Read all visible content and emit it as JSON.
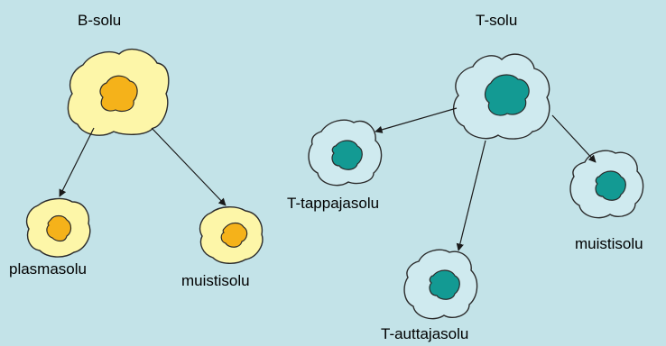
{
  "diagram": {
    "b_cell_title": "B-solu",
    "t_cell_title": "T-solu",
    "b_children": {
      "plasma": "plasmasolu",
      "memory": "muistisolu"
    },
    "t_children": {
      "killer": "T-tappajasolu",
      "helper": "T-auttajasolu",
      "memory": "muistisolu"
    },
    "colors": {
      "background": "#c3e3e8",
      "b_cell_cytoplasm": "#fdf6a8",
      "b_cell_nucleus": "#f5b21a",
      "t_cell_cytoplasm": "#cfeaef",
      "t_cell_nucleus": "#139a93",
      "outline": "#2b2b2b"
    }
  }
}
